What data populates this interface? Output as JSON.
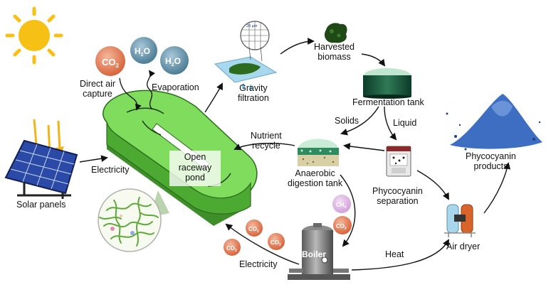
{
  "labels": {
    "direct_air_capture": "Direct air\ncapture",
    "evaporation": "Evaporation",
    "gravity_filtration": "Gravity\nfiltration",
    "harvested_biomass": "Harvested\nbiomass",
    "fermentation_tank": "Fermentation tank",
    "solids": "Solids",
    "liquid": "Liquid",
    "nutrient_recycle": "Nutrient\nrecycle",
    "anaerobic_digestion_tank": "Anaerobic\ndigestion tank",
    "phycocyanin_separation": "Phycocyanin\nseparation",
    "phycocyanin_products": "Phycocyanin\nproducts",
    "open_raceway_pond": "Open\nraceway\npond",
    "electricity_left": "Electricity",
    "electricity_bottom": "Electricity",
    "solar_panels": "Solar panels",
    "heat": "Heat",
    "air_dryer": "Air dryer",
    "boiler": "Boiler",
    "scale_bar": "20 µm"
  },
  "bubbles": {
    "co2": "CO",
    "co2_sub": "2",
    "h2o": "H",
    "h2o_sub": "2",
    "h2o_tail": "O",
    "ch4": "CH",
    "ch4_sub": "4"
  },
  "colors": {
    "pond_green": "#7fdc5c",
    "pond_dark": "#3e8f2a",
    "co2_bubble": "#e07a55",
    "h2o_bubble": "#6e9bb2",
    "ch4_bubble": "#e0b8e6",
    "sun": "#f6c014",
    "solar_blue": "#2b4aa8",
    "powder_blue": "#3d6ec2"
  }
}
